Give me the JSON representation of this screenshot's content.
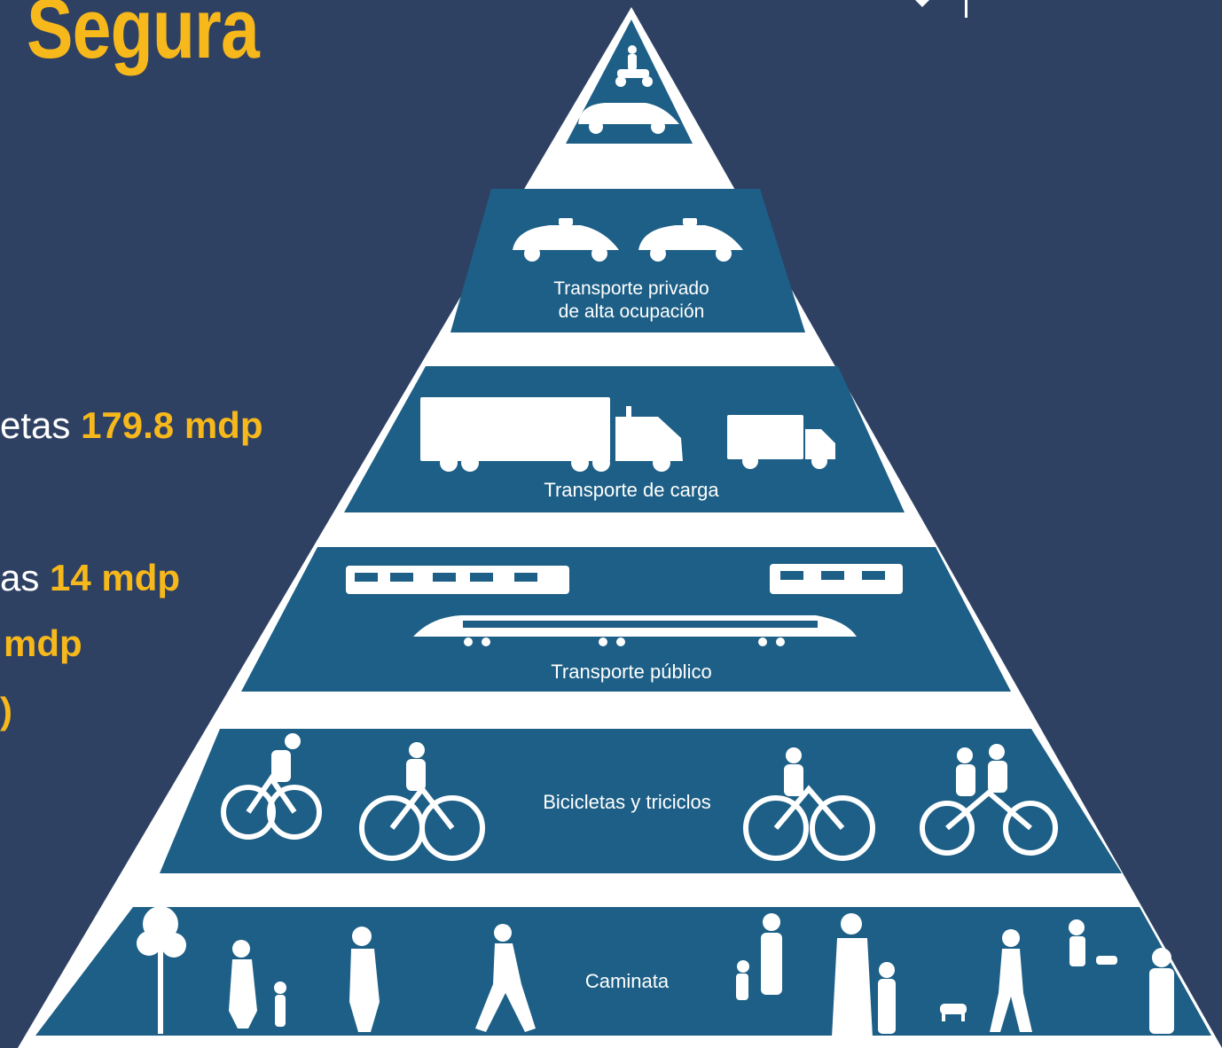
{
  "title": "Segura",
  "side_lines": [
    {
      "prefix": "etas ",
      "value": "179.8 mdp"
    },
    {
      "prefix": "as ",
      "value": "14 mdp"
    },
    {
      "prefix": "",
      "value": "mdp"
    },
    {
      "prefix": "",
      "value": ")"
    }
  ],
  "pyramid_levels": [
    {
      "label": "",
      "icons": [
        "motorcycle-icon",
        "car-icon"
      ]
    },
    {
      "label": "Transporte privado\nde alta ocupación",
      "line1": "Transporte privado",
      "line2": "de alta ocupación",
      "icons": [
        "taxi-icon",
        "taxi-icon"
      ]
    },
    {
      "label": "Transporte de carga",
      "icons": [
        "semi-truck-icon",
        "box-truck-icon"
      ]
    },
    {
      "label": "Transporte público",
      "icons": [
        "bus-icon",
        "train-icon"
      ]
    },
    {
      "label": "Bicicletas y triciclos",
      "icons": [
        "cyclist-icon",
        "tandem-bicycle-icon"
      ]
    },
    {
      "label": "Caminata",
      "icons": [
        "pedestrian-icon",
        "tree-icon",
        "dog-icon"
      ]
    }
  ],
  "colors": {
    "background": "#2f4163",
    "accent": "#f7b81b",
    "pyramid_band": "#1d5f86",
    "pyramid_outline": "#ffffff"
  }
}
